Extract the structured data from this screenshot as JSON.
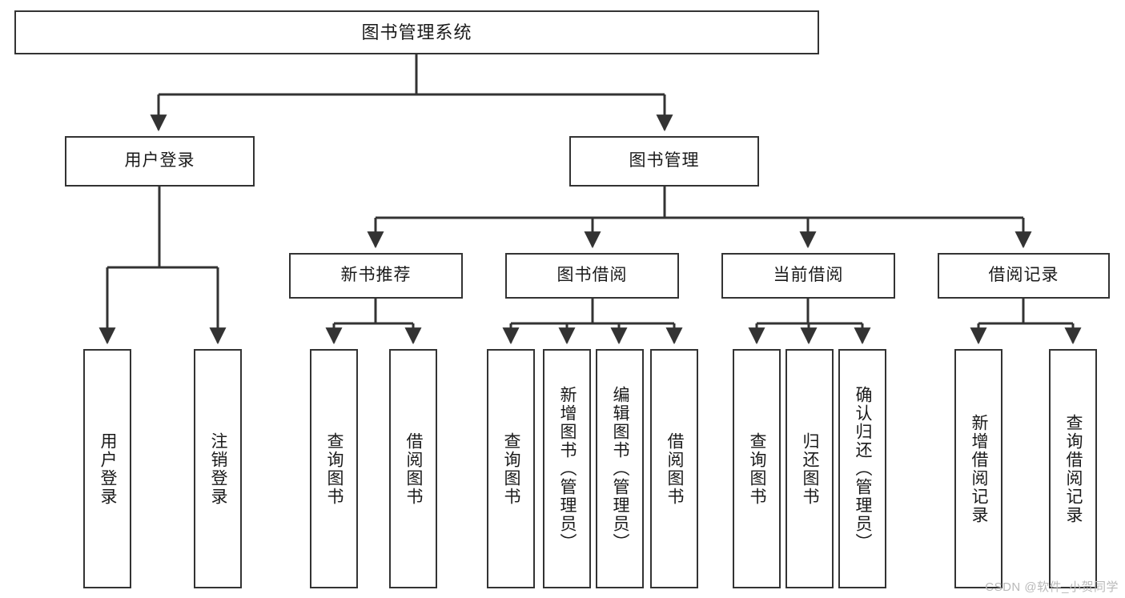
{
  "diagram": {
    "title": "图书管理系统",
    "type": "function-structure-tree",
    "orientation": "top-down",
    "line_color": "#333333",
    "box_fill": "#ffffff",
    "text_color": "#1a1a1a"
  },
  "tree": {
    "root": {
      "label": "图书管理系统"
    },
    "level2": [
      {
        "label": "用户登录"
      },
      {
        "label": "图书管理"
      }
    ],
    "level3": [
      {
        "label": "新书推荐"
      },
      {
        "label": "图书借阅"
      },
      {
        "label": "当前借阅"
      },
      {
        "label": "借阅记录"
      }
    ],
    "leaves": {
      "user_login": [
        {
          "label": "用户登录"
        },
        {
          "label": "注销登录"
        }
      ],
      "new_book_recommend": [
        {
          "label": "查询图书"
        },
        {
          "label": "借阅图书"
        }
      ],
      "book_borrow": [
        {
          "label": "查询图书"
        },
        {
          "label": "新增图书（管理员）"
        },
        {
          "label": "编辑图书（管理员）"
        },
        {
          "label": "借阅图书"
        }
      ],
      "current_borrow": [
        {
          "label": "查询图书"
        },
        {
          "label": "归还图书"
        },
        {
          "label": "确认归还（管理员）"
        }
      ],
      "borrow_record": [
        {
          "label": "新增借阅记录"
        },
        {
          "label": "查询借阅记录"
        }
      ]
    }
  },
  "watermark": {
    "text": "CSDN @软件_小贺同学"
  }
}
